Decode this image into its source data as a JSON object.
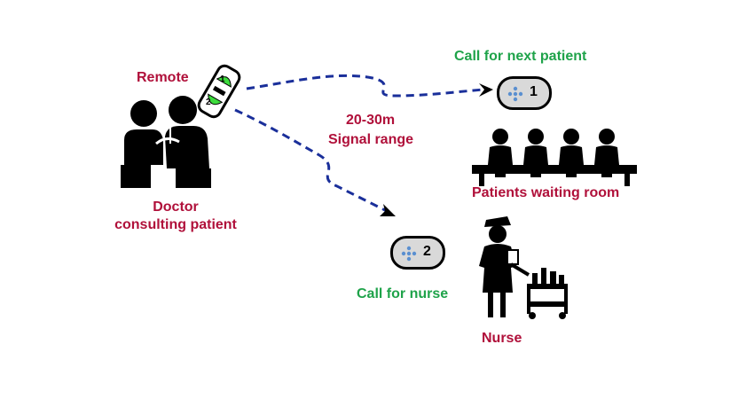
{
  "labels": {
    "remote": "Remote",
    "doctor_line1": "Doctor",
    "doctor_line2": "consulting patient",
    "range_line1": "20-30m",
    "range_line2": "Signal range",
    "call_next": "Call for next patient",
    "waiting_room": "Patients waiting room",
    "call_nurse": "Call for nurse",
    "nurse": "Nurse"
  },
  "remote_buttons": {
    "top": "1",
    "bottom": "2"
  },
  "pagers": {
    "patient": "1",
    "nurse": "2"
  },
  "colors": {
    "label_red": "#b0103a",
    "label_green": "#1fa34a",
    "signal_line": "#1a2f9a",
    "icon": "#000000",
    "remote_button": "#3ddc3d"
  }
}
